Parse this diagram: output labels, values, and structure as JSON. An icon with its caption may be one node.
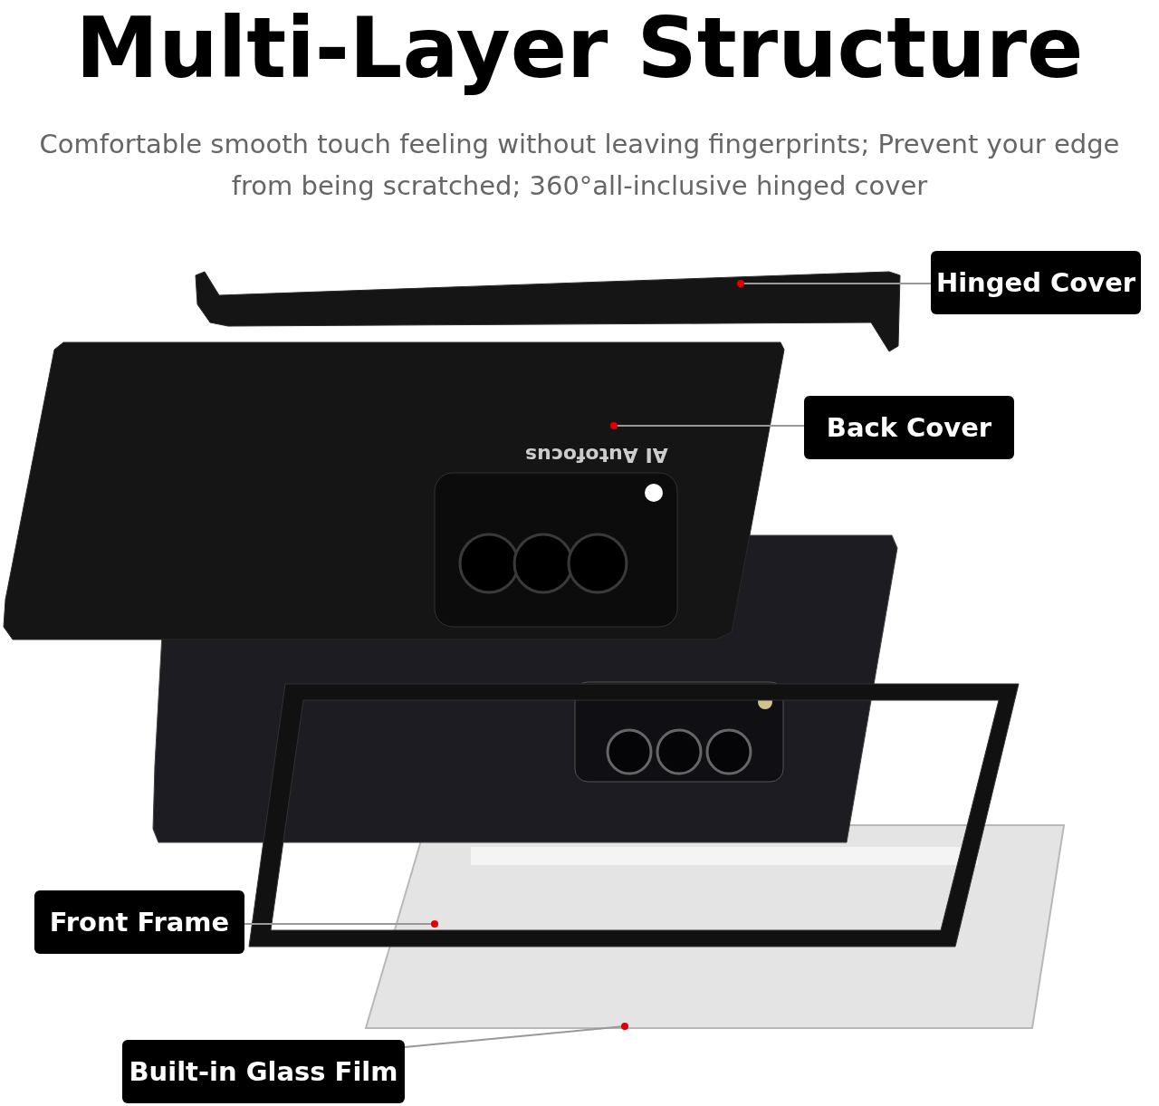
{
  "diagram": {
    "title": "Multi-Layer Structure",
    "caption": "Comfortable smooth touch feeling without leaving fingerprints; Prevent your edge from being scratched; 360°all-inclusive hinged cover",
    "nodes": [
      {
        "text": [
          "Hinged Cover"
        ]
      },
      {
        "text": [],
        "shape": "bar"
      },
      {
        "text": [
          "Back Cover"
        ]
      },
      {
        "text": [],
        "shape": "box"
      },
      {
        "text": [
          "Front Frame"
        ]
      },
      {
        "text": [],
        "shape": "box"
      },
      {
        "text": [
          "Built-in Glass Film"
        ]
      },
      {
        "text": [],
        "shape": "box"
      }
    ],
    "edges": [
      {
        "from": 0,
        "to": 1,
        "arrow": "other"
      },
      {
        "from": 2,
        "to": 3,
        "arrow": "other"
      },
      {
        "from": 4,
        "to": 5,
        "arrow": "other"
      },
      {
        "from": 6,
        "to": 7,
        "arrow": "other"
      }
    ],
    "labels": [
      "AI Autofocus"
    ]
  }
}
